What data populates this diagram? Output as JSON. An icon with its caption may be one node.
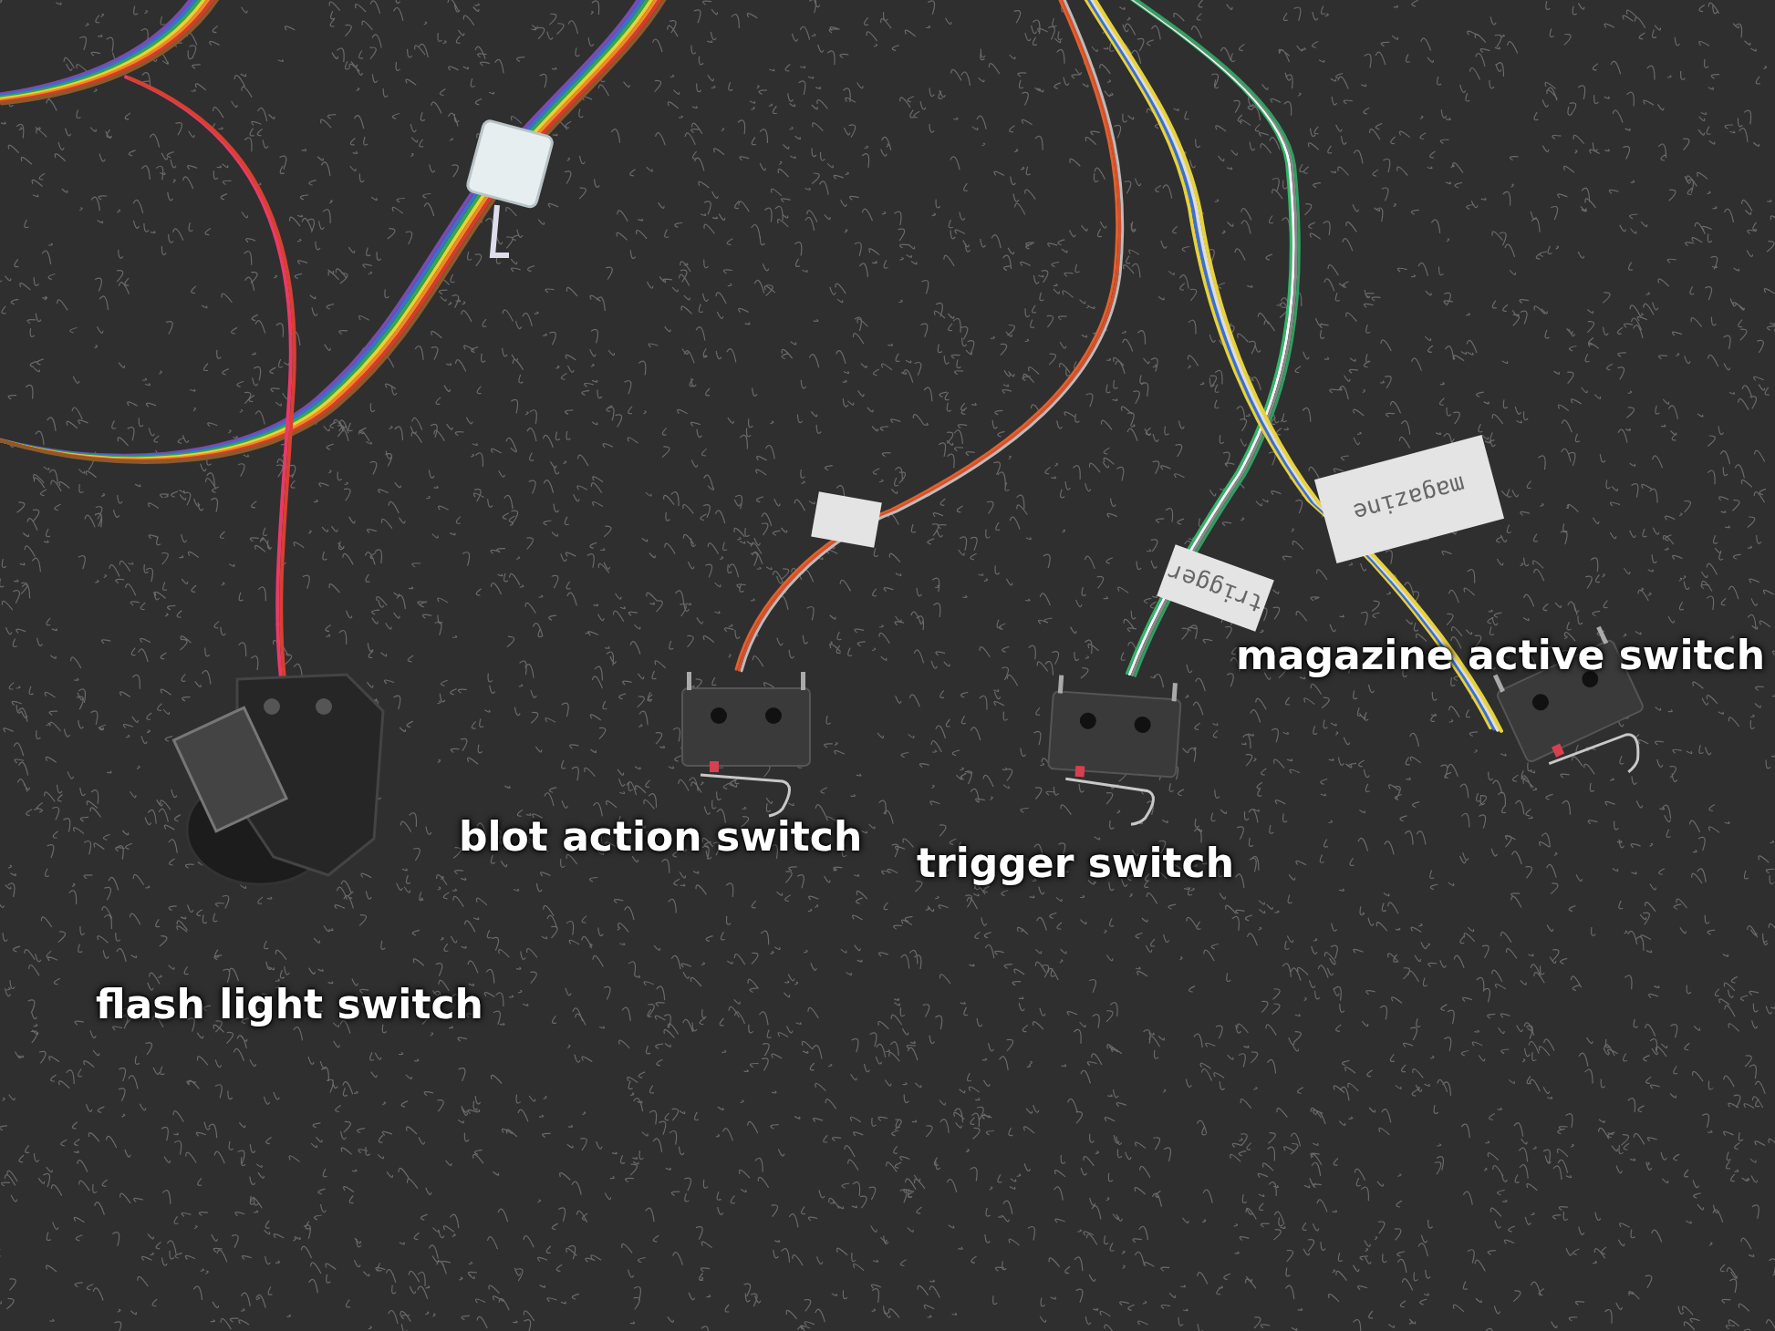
{
  "diagram": {
    "labels": [
      "magazine",
      "trigger",
      "magazine active switch",
      "blot action switch",
      "trigger switch",
      "flash light switch"
    ]
  }
}
